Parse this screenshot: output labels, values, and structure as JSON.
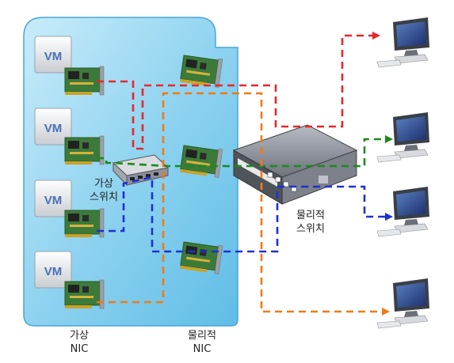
{
  "labels": {
    "vm": "VM",
    "virtual_switch": [
      "가상",
      "스위치"
    ],
    "physical_switch": [
      "물리적",
      "스위치"
    ],
    "virtual_nic": [
      "가상",
      "NIC"
    ],
    "physical_nic": [
      "물리적",
      "NIC"
    ]
  },
  "colors": {
    "host_fill": "#8fd3f0",
    "red": "#e8262a",
    "green": "#1b8a1b",
    "blue": "#1f2fd6",
    "orange": "#f07a17"
  },
  "icons": [
    "vm-icon",
    "nic-card-icon",
    "virtual-switch-icon",
    "physical-switch-icon",
    "monitor-icon"
  ]
}
